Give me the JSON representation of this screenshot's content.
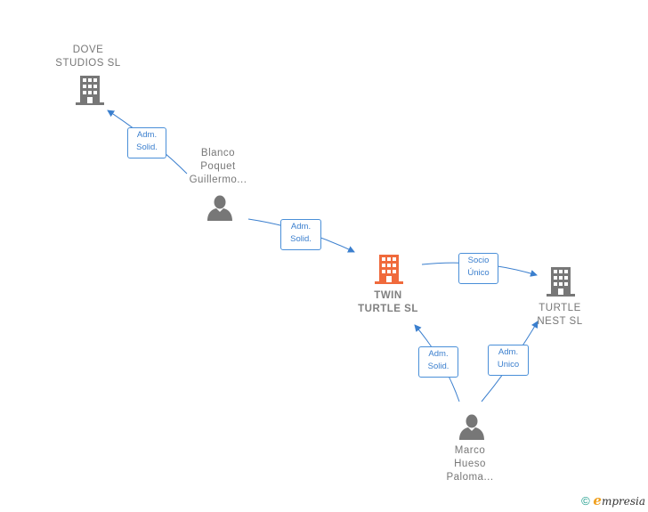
{
  "colors": {
    "company": "#777777",
    "focus": "#f06a3c",
    "person": "#777777",
    "edge": "#3b7fce"
  },
  "nodes": {
    "dove": {
      "line1": "DOVE",
      "line2": "STUDIOS  SL",
      "icon": "building-icon"
    },
    "blanco": {
      "line1": "Blanco",
      "line2": "Poquet",
      "line3": "Guillermo...",
      "icon": "person-icon"
    },
    "twin": {
      "line1": "TWIN",
      "line2": "TURTLE  SL",
      "icon": "building-icon"
    },
    "nest": {
      "line1": "TURTLE",
      "line2": "NEST  SL",
      "icon": "building-icon"
    },
    "marco": {
      "line1": "Marco",
      "line2": "Hueso",
      "line3": "Paloma...",
      "icon": "person-icon"
    }
  },
  "relations": [
    {
      "line1": "Adm.",
      "line2": "Solid."
    },
    {
      "line1": "Adm.",
      "line2": "Solid."
    },
    {
      "line1": "Socio",
      "line2": "Único"
    },
    {
      "line1": "Adm.",
      "line2": "Solid."
    },
    {
      "line1": "Adm.",
      "line2": "Unico"
    }
  ],
  "footer": {
    "copyright": "©",
    "brand_e": "e",
    "brand_rest": "mpresia"
  }
}
